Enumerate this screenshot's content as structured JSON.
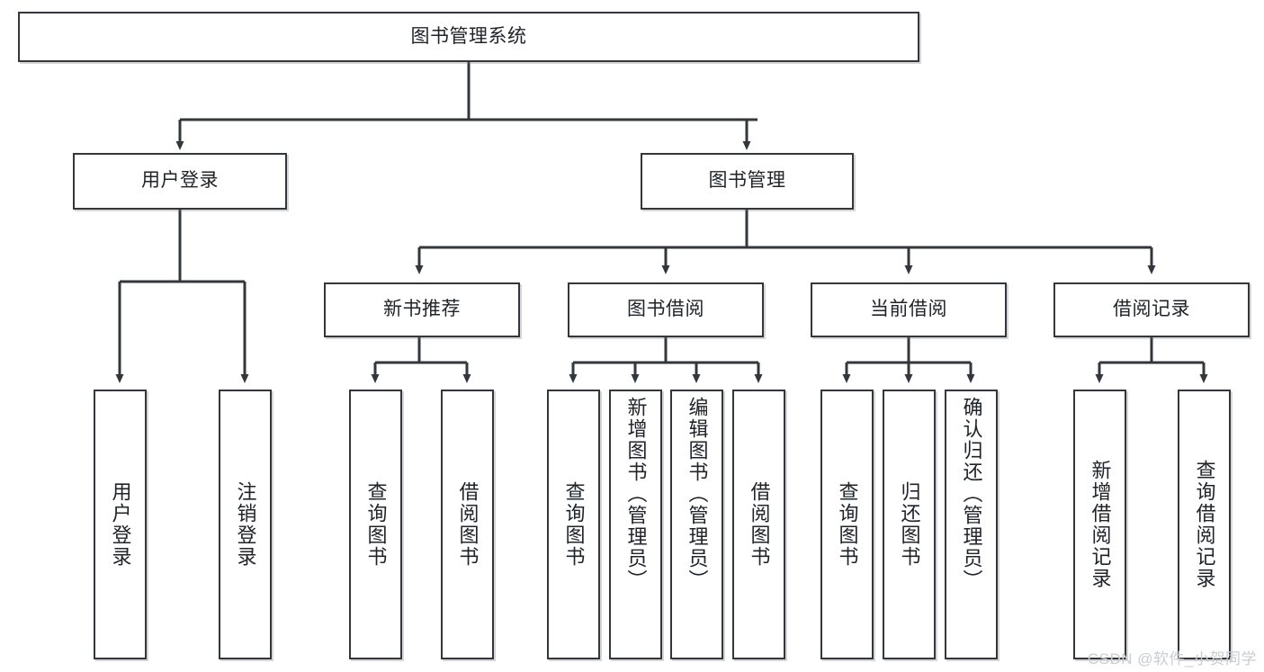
{
  "diagram": {
    "title": "图书管理系统",
    "type": "hierarchy-tree",
    "watermark": "CSDN @软件_小贺同学",
    "root": {
      "id": "root",
      "label": "图书管理系统"
    },
    "level2": [
      {
        "id": "user-login",
        "label": "用户登录"
      },
      {
        "id": "book-manage",
        "label": "图书管理"
      }
    ],
    "level3": [
      {
        "id": "new-book-rec",
        "label": "新书推荐"
      },
      {
        "id": "book-borrow",
        "label": "图书借阅"
      },
      {
        "id": "current-borrow",
        "label": "当前借阅"
      },
      {
        "id": "borrow-record",
        "label": "借阅记录"
      }
    ],
    "leaves": {
      "user_login": [
        {
          "id": "leaf-user-login",
          "label": "用户登录"
        },
        {
          "id": "leaf-logout",
          "label": "注销登录"
        }
      ],
      "new_book_rec": [
        {
          "id": "leaf-query-book-1",
          "label": "查询图书"
        },
        {
          "id": "leaf-borrow-book-1",
          "label": "借阅图书"
        }
      ],
      "book_borrow": [
        {
          "id": "leaf-query-book-2",
          "label": "查询图书"
        },
        {
          "id": "leaf-add-book",
          "label": "新增图书（管理员）"
        },
        {
          "id": "leaf-edit-book",
          "label": "编辑图书（管理员）"
        },
        {
          "id": "leaf-borrow-book-2",
          "label": "借阅图书"
        }
      ],
      "current_borrow": [
        {
          "id": "leaf-query-book-3",
          "label": "查询图书"
        },
        {
          "id": "leaf-return-book",
          "label": "归还图书"
        },
        {
          "id": "leaf-confirm-return",
          "label": "确认归还（管理员）"
        }
      ],
      "borrow_record": [
        {
          "id": "leaf-add-record",
          "label": "新增借阅记录"
        },
        {
          "id": "leaf-query-record",
          "label": "查询借阅记录"
        }
      ]
    },
    "colors": {
      "stroke": "#33373b",
      "text": "#20242a",
      "background": "#ffffff",
      "watermark": "#c9ccd1"
    }
  }
}
